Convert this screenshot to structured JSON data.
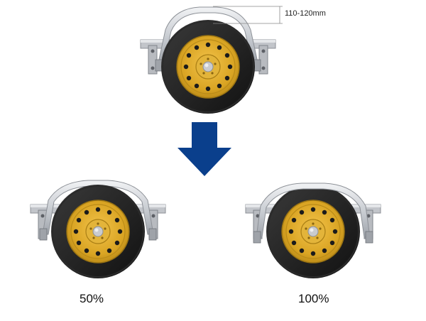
{
  "diagram": {
    "top": {
      "dimension_label": "110-120mm"
    },
    "bottom_left": {
      "label": "50%"
    },
    "bottom_right": {
      "label": "100%"
    },
    "colors": {
      "arrow": "#0a3f8c",
      "tire": "#1f1f1f",
      "rim": "#d9a423",
      "fender": "#c9ccd1",
      "axle": "#b7bac0"
    },
    "icons": [
      "down-arrow-icon"
    ]
  }
}
